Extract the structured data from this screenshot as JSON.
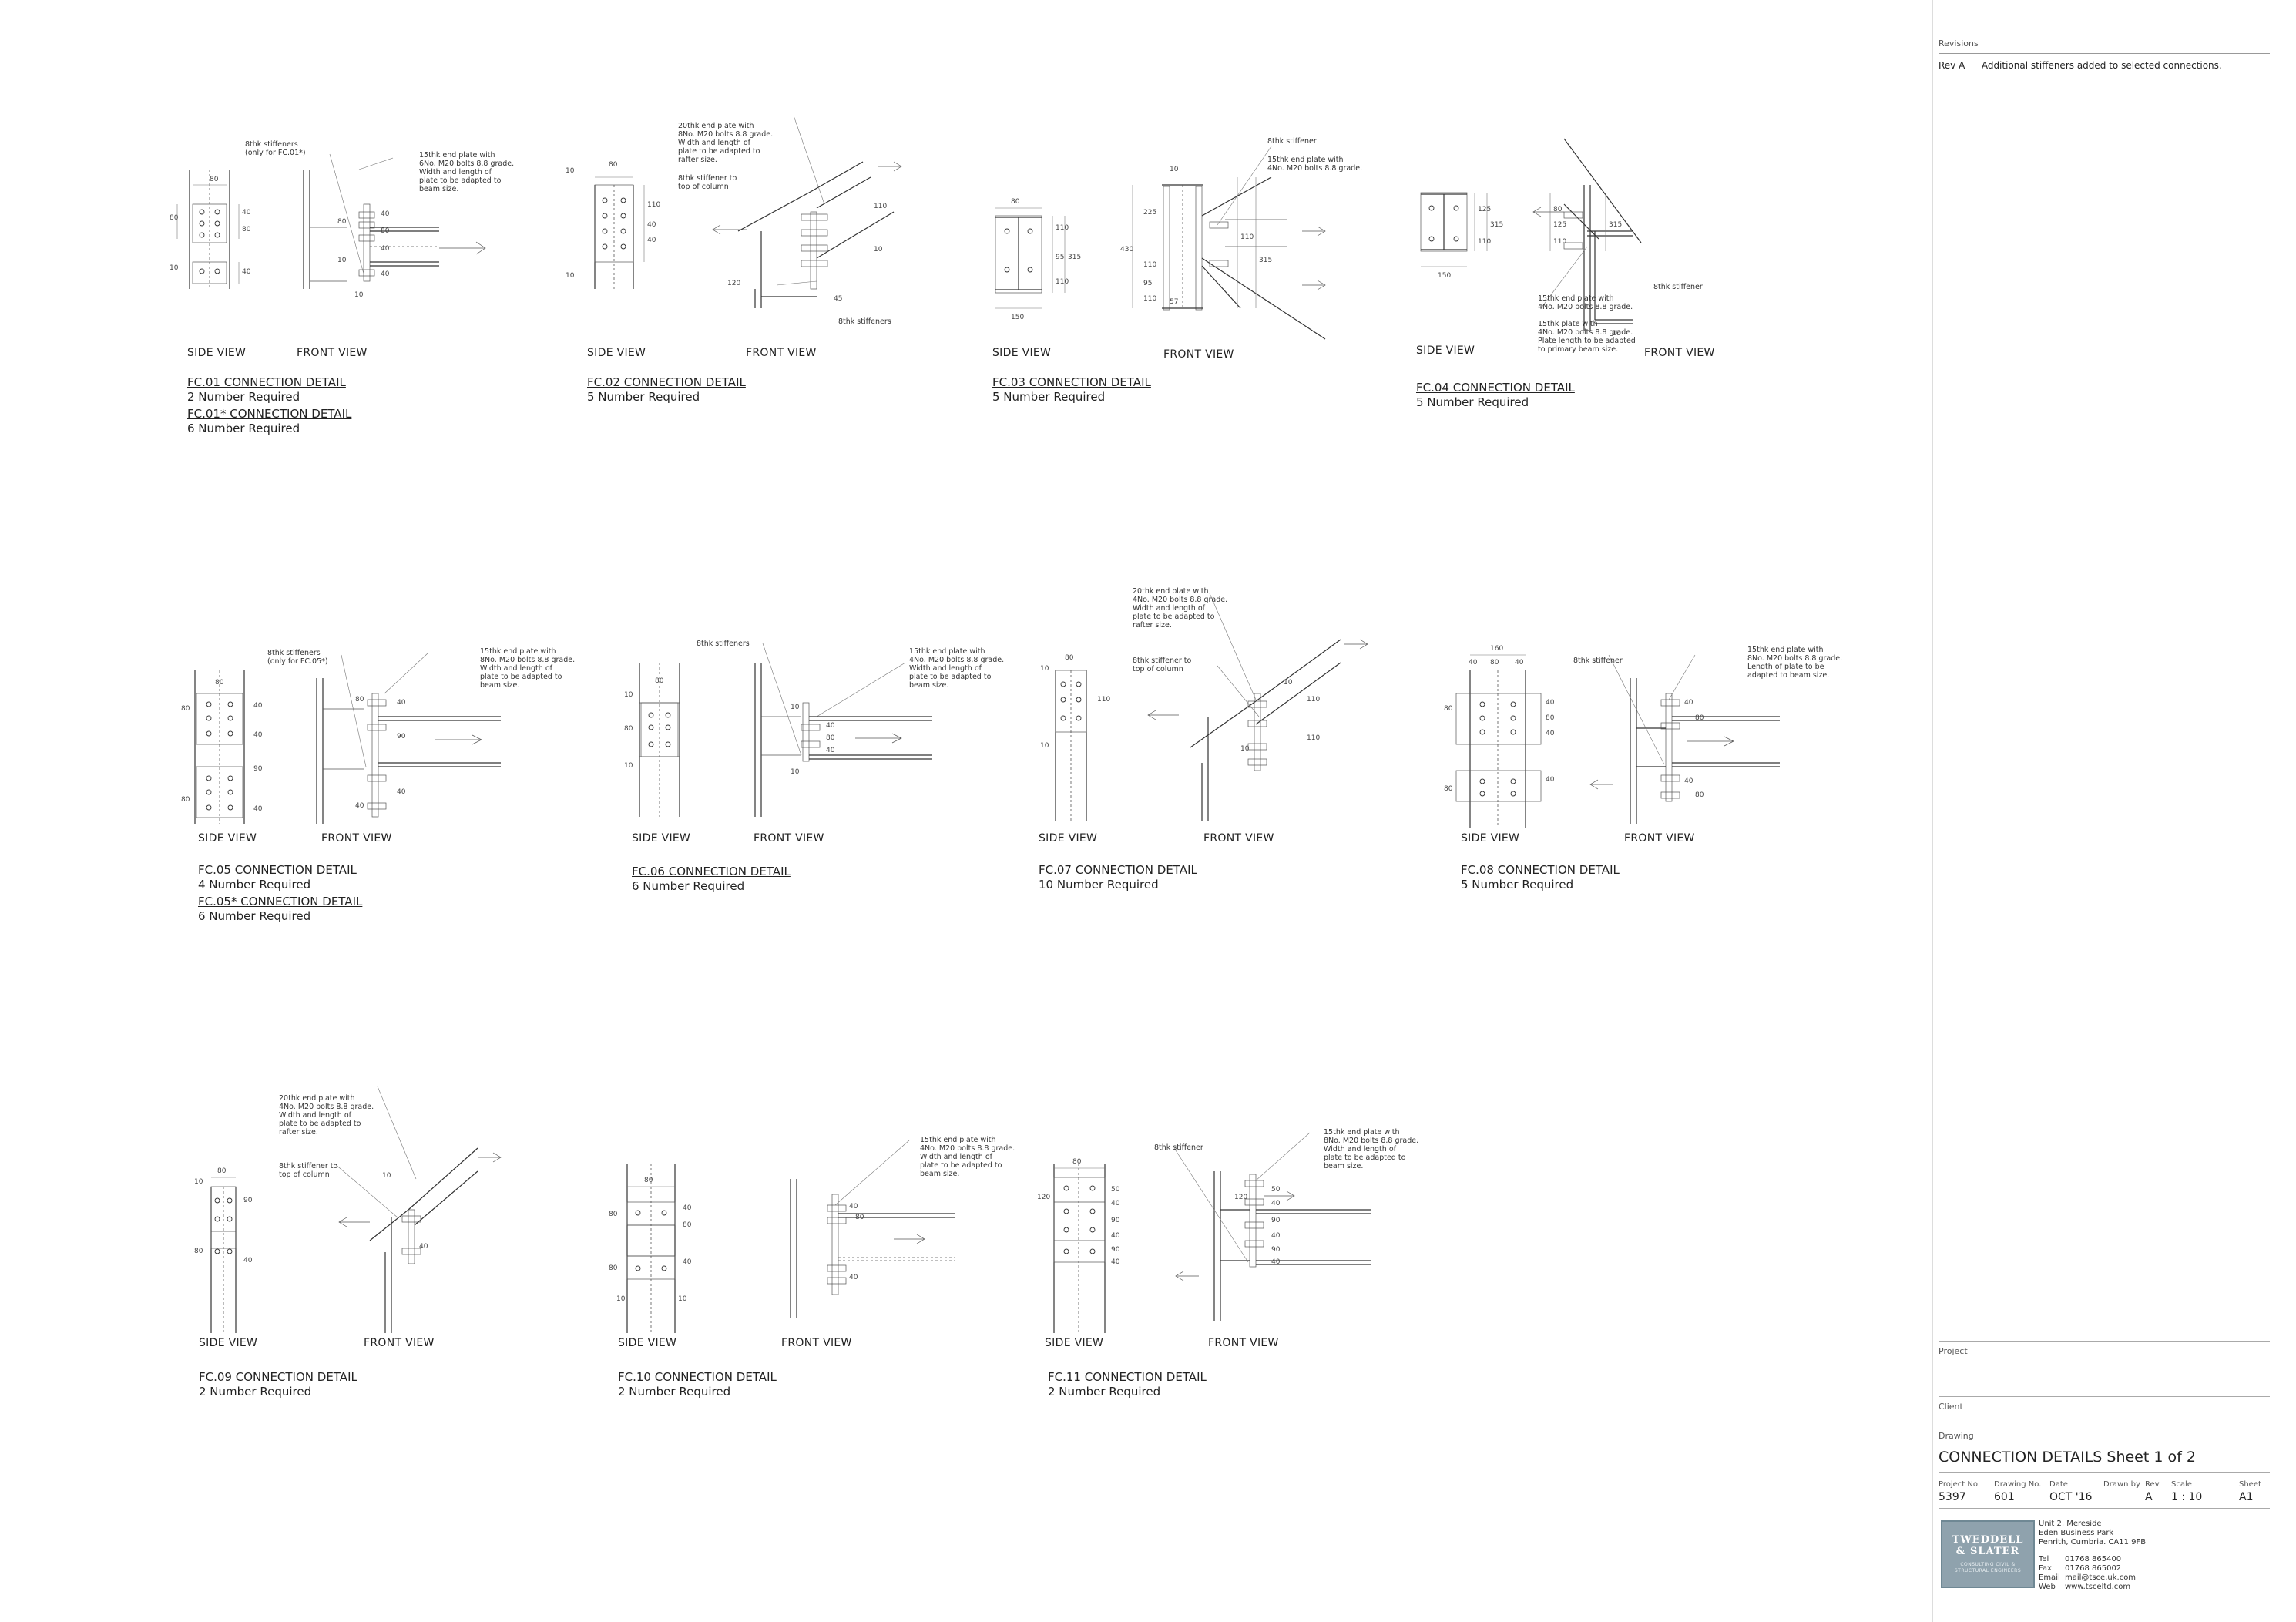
{
  "details": [
    {
      "id": "fc01",
      "title": "FC.01 CONNECTION DETAIL",
      "required": "2 Number Required",
      "title2": "FC.01* CONNECTION DETAIL",
      "required2": "6 Number Required",
      "side_view": "SIDE VIEW",
      "front_view": "FRONT VIEW",
      "notes": [
        "8thk stiffeners",
        "(only for FC.01*)",
        "15thk end plate with",
        "6No. M20 bolts 8.8 grade.",
        "Width and length of",
        "plate to be adapted to",
        "beam size."
      ],
      "dims": [
        "80",
        "80",
        "40",
        "80",
        "40",
        "10",
        "80",
        "40",
        "80",
        "40",
        "10",
        "10",
        "40"
      ]
    },
    {
      "id": "fc02",
      "title": "FC.02 CONNECTION DETAIL",
      "required": "5 Number Required",
      "side_view": "SIDE VIEW",
      "front_view": "FRONT VIEW",
      "notes": [
        "20thk end plate with",
        "8No. M20 bolts 8.8 grade.",
        "Width and length of",
        "plate to be adapted to",
        "rafter size.",
        "8thk stiffener to",
        "top of column",
        "8thk stiffeners"
      ],
      "dims": [
        "80",
        "10",
        "10",
        "110",
        "40",
        "40",
        "110",
        "10",
        "45",
        "120"
      ]
    },
    {
      "id": "fc03",
      "title": "FC.03 CONNECTION DETAIL",
      "required": "5 Number Required",
      "side_view": "SIDE VIEW",
      "front_view": "FRONT VIEW",
      "notes": [
        "8thk stiffener",
        "15thk end plate with",
        "4No. M20 bolts 8.8 grade."
      ],
      "dims": [
        "80",
        "110",
        "95",
        "110",
        "315",
        "150",
        "430",
        "225",
        "110",
        "95",
        "110",
        "10",
        "57",
        "110",
        "315"
      ]
    },
    {
      "id": "fc04",
      "title": "FC.04 CONNECTION DETAIL",
      "required": "5 Number Required",
      "side_view": "SIDE VIEW",
      "front_view": "FRONT VIEW",
      "notes": [
        "8thk stiffener",
        "15thk end plate with",
        "4No. M20 bolts 8.8 grade.",
        "15thk plate with",
        "4No. M20 bolts 8.8 grade.",
        "Plate length to be adapted",
        "to primary beam size."
      ],
      "dims": [
        "125",
        "315",
        "110",
        "150",
        "80",
        "125",
        "315",
        "110",
        "10"
      ]
    },
    {
      "id": "fc05",
      "title": "FC.05 CONNECTION DETAIL",
      "required": "4 Number Required",
      "title2": "FC.05* CONNECTION DETAIL",
      "required2": "6 Number Required",
      "side_view": "SIDE VIEW",
      "front_view": "FRONT VIEW",
      "notes": [
        "8thk stiffeners",
        "(only for FC.05*)",
        "15thk end plate with",
        "8No. M20 bolts 8.8 grade.",
        "Width and length of",
        "plate to be adapted to",
        "beam size."
      ],
      "dims": [
        "80",
        "80",
        "40",
        "40",
        "90",
        "40",
        "80",
        "90",
        "40",
        "80",
        "40",
        "40"
      ]
    },
    {
      "id": "fc06",
      "title": "FC.06 CONNECTION DETAIL",
      "required": "6 Number Required",
      "side_view": "SIDE VIEW",
      "front_view": "FRONT VIEW",
      "notes": [
        "8thk stiffeners",
        "15thk end plate with",
        "4No. M20 bolts 8.8 grade.",
        "Width and length of",
        "plate to be adapted to",
        "beam size."
      ],
      "dims": [
        "80",
        "10",
        "80",
        "10",
        "10",
        "40",
        "80",
        "40",
        "10"
      ]
    },
    {
      "id": "fc07",
      "title": "FC.07 CONNECTION DETAIL",
      "required": "10 Number Required",
      "side_view": "SIDE VIEW",
      "front_view": "FRONT VIEW",
      "notes": [
        "20thk end plate with",
        "4No. M20 bolts 8.8 grade.",
        "Width and length of",
        "plate to be adapted to",
        "rafter size.",
        "8thk stiffener to",
        "top of column"
      ],
      "dims": [
        "80",
        "10",
        "110",
        "10",
        "110",
        "10",
        "110",
        "10"
      ]
    },
    {
      "id": "fc08",
      "title": "FC.08 CONNECTION DETAIL",
      "required": "5 Number Required",
      "side_view": "SIDE VIEW",
      "front_view": "FRONT VIEW",
      "notes": [
        "8thk stiffener",
        "15thk end plate with",
        "8No. M20 bolts 8.8 grade.",
        "Length of plate to be",
        "adapted to beam size."
      ],
      "dims": [
        "160",
        "40",
        "80",
        "40",
        "80",
        "40",
        "80",
        "40",
        "40",
        "80",
        "40",
        "80",
        "40",
        "80"
      ]
    },
    {
      "id": "fc09",
      "title": "FC.09 CONNECTION DETAIL",
      "required": "2 Number Required",
      "side_view": "SIDE VIEW",
      "front_view": "FRONT VIEW",
      "notes": [
        "20thk end plate with",
        "4No. M20 bolts 8.8 grade.",
        "Width and length of",
        "plate to be adapted to",
        "rafter size.",
        "8thk stiffener to",
        "top of column"
      ],
      "dims": [
        "80",
        "10",
        "90",
        "80",
        "40",
        "10",
        "40"
      ]
    },
    {
      "id": "fc10",
      "title": "FC.10 CONNECTION DETAIL",
      "required": "2 Number Required",
      "side_view": "SIDE VIEW",
      "front_view": "FRONT VIEW",
      "notes": [
        "15thk end plate with",
        "4No. M20 bolts 8.8 grade.",
        "Width and length of",
        "plate to be adapted to",
        "beam size."
      ],
      "dims": [
        "80",
        "80",
        "40",
        "80",
        "40",
        "80",
        "10",
        "10",
        "40",
        "80",
        "40"
      ]
    },
    {
      "id": "fc11",
      "title": "FC.11 CONNECTION DETAIL",
      "required": "2 Number Required",
      "side_view": "SIDE VIEW",
      "front_view": "FRONT VIEW",
      "notes": [
        "8thk stiffener",
        "15thk end plate with",
        "8No. M20 bolts 8.8 grade.",
        "Width and length of",
        "plate to be adapted to",
        "beam size."
      ],
      "dims": [
        "80",
        "120",
        "50",
        "40",
        "90",
        "40",
        "90",
        "40",
        "120",
        "50",
        "40",
        "90",
        "40",
        "90",
        "40"
      ]
    }
  ],
  "revisions": {
    "header": "Revisions",
    "rows": [
      {
        "rev": "Rev A",
        "text": "Additional stiffeners added to selected connections."
      }
    ]
  },
  "titleblock": {
    "project_label": "Project",
    "client_label": "Client",
    "drawing_label": "Drawing",
    "drawing_title": "CONNECTION DETAILS Sheet 1 of 2",
    "fields": [
      {
        "label": "Project No.",
        "value": "5397"
      },
      {
        "label": "Drawing No.",
        "value": "601"
      },
      {
        "label": "Date",
        "value": "OCT '16"
      },
      {
        "label": "Drawn by",
        "value": ""
      },
      {
        "label": "Rev",
        "value": "A"
      },
      {
        "label": "Scale",
        "value": "1 : 10"
      },
      {
        "label": "Sheet",
        "value": "A1"
      }
    ],
    "logo": {
      "line1": "TWEDDELL",
      "line2": "& SLATER",
      "line3": "CONSULTING CIVIL & STRUCTURAL ENGINEERS"
    },
    "address": [
      "Unit 2, Mereside",
      "Eden Business Park",
      "Penrith, Cumbria. CA11 9FB"
    ],
    "contacts": [
      {
        "k": "Tel",
        "v": "01768 865400"
      },
      {
        "k": "Fax",
        "v": "01768 865002"
      },
      {
        "k": "Email",
        "v": "mail@tsce.uk.com"
      },
      {
        "k": "Web",
        "v": "www.tsceltd.com"
      }
    ]
  },
  "colors": {
    "line": "#333333",
    "logo_bg": "#8fa2ad",
    "background": "#ffffff"
  }
}
